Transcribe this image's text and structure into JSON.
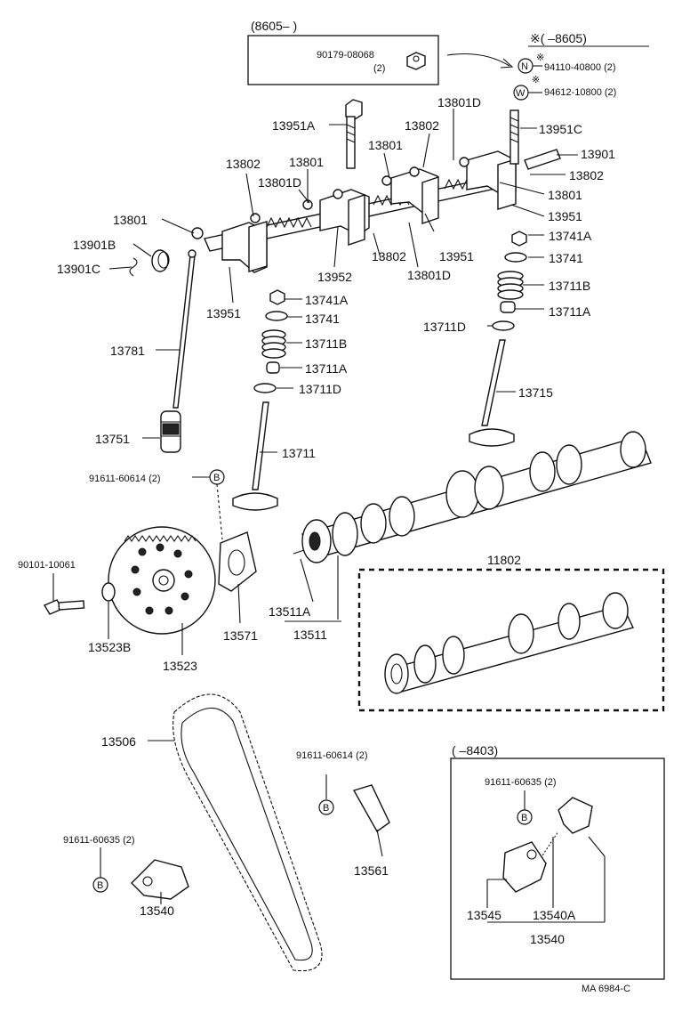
{
  "labels": {
    "l90179": "90179-08068",
    "l90179q": "(2)",
    "date_8605": "(8605–        )",
    "date_x8605": "※(        –8605)",
    "l94110": "94110-40800 (2)",
    "l94612": "94612-10800 (2)",
    "star": "※",
    "N": "N",
    "W": "W",
    "l13951A": "13951A",
    "l13801D_top": "13801D",
    "l13802_top": "13802",
    "l13951C": "13951C",
    "l13801_a": "13801",
    "l13901_top": "13901",
    "l13802_b": "13802",
    "l13801_c": "13801",
    "l13802_left": "13802",
    "l13801_d": "13801",
    "l13801D_mid": "13801D",
    "l13951_right": "13951",
    "l13801_left": "13801",
    "l13741A_r": "13741A",
    "l13901B": "13901B",
    "l13901C": "13901C",
    "l13802_m": "13802",
    "l13951_m": "13951",
    "l13741_r": "13741",
    "l13952": "13952",
    "l13801D_m": "13801D",
    "l13711B_r": "13711B",
    "l13741A_m": "13741A",
    "l13951_left": "13951",
    "l13711A_r": "13711A",
    "l13741_m": "13741",
    "l13711D_r": "13711D",
    "l13781": "13781",
    "l13711B_m": "13711B",
    "l13711A_m": "13711A",
    "l13715": "13715",
    "l13711D_m": "13711D",
    "l13751": "13751",
    "l13711": "13711",
    "l91611_614_a": "91611-60614 (2)",
    "B": "B",
    "l11802": "11802",
    "l90101": "90101-10061",
    "l13511A": "13511A",
    "l13523B": "13523B",
    "l13571": "13571",
    "l13511": "13511",
    "l13523": "13523",
    "l13506": "13506",
    "l91611_614_b": "91611-60614 (2)",
    "date_8403": "(        –8403)",
    "l91611_635_r": "91611-60635 (2)",
    "l91611_635_l": "91611-60635 (2)",
    "l13561": "13561",
    "l13545": "13545",
    "l13540A": "13540A",
    "l13540_r": "13540",
    "l13540_l": "13540",
    "ref": "MA  6984-C"
  }
}
